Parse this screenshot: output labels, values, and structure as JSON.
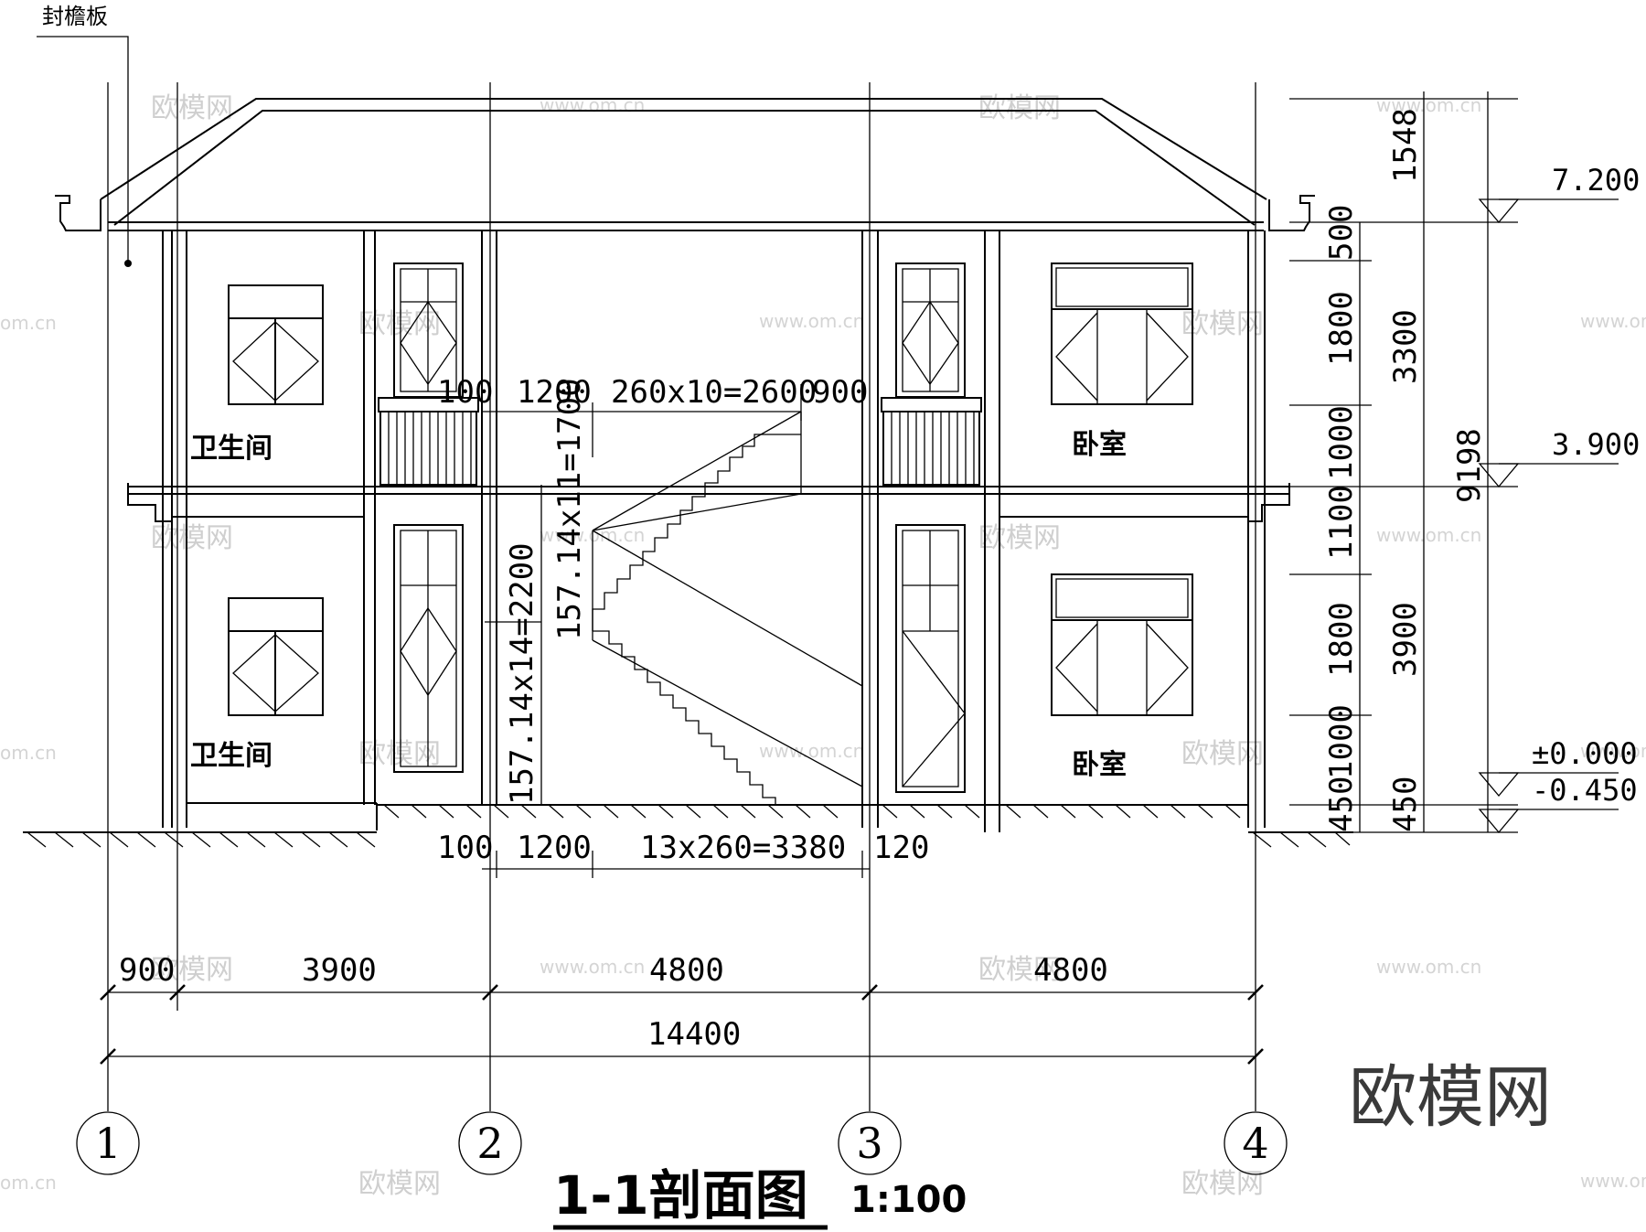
{
  "drawing": {
    "title": "1-1剖面图",
    "scale": "1:100",
    "eave_label": "封檐板",
    "rooms": {
      "bath_upper": "卫生间",
      "bath_lower": "卫生间",
      "bed_upper": "卧室",
      "bed_lower": "卧室"
    },
    "axes": [
      "1",
      "2",
      "3",
      "4"
    ],
    "bottom_dims": {
      "d900": "900",
      "d3900": "3900",
      "d4800a": "4800",
      "d4800b": "4800",
      "total": "14400"
    },
    "stair_dims": {
      "upper_100": "100",
      "upper_1200": "1200",
      "upper_run": "260x10=2600",
      "upper_900": "900",
      "lower_100": "100",
      "lower_1200": "1200",
      "lower_run": "13x260=3380",
      "lower_120": "120",
      "rise_upper": "157.14x11=1700",
      "rise_lower": "157.14x14=2200"
    },
    "right_dims": {
      "inner": [
        "1548",
        "500",
        "1800",
        "1000",
        "1100",
        "1800",
        "1000",
        "450"
      ],
      "outer": [
        "3300",
        "3900",
        "450"
      ],
      "total": "9198"
    },
    "elevations": {
      "roof": "7.200",
      "floor2": "3.900",
      "ground": "±0.000",
      "outdoor": "-0.450"
    }
  },
  "watermark": {
    "brand": "欧模网",
    "url": "www.om.cn",
    "url_short": "om.cn",
    "url_cropped": "www.om.c"
  }
}
